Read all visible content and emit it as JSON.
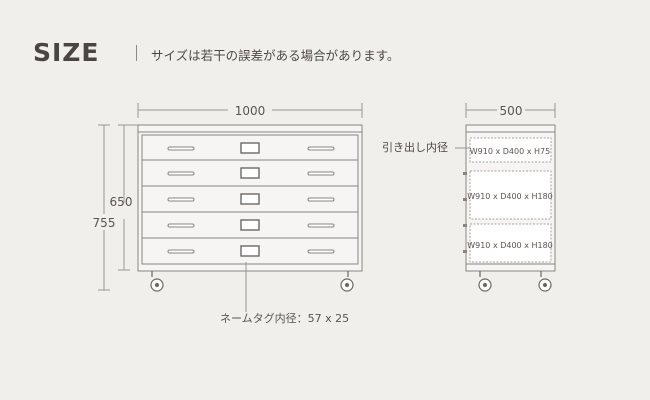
{
  "header": {
    "title": "SIZE",
    "note": "サイズは若干の誤差がある場合があります。"
  },
  "front_view": {
    "width": "1000",
    "height_total": "755",
    "height_body": "650",
    "name_tag_label": "ネームタグ内径：57 x 25"
  },
  "side_view": {
    "depth": "500",
    "drawer_inner_label": "引き出し内径",
    "drawer_top": "W910 x D400 x H75",
    "drawer_middle": "W910 x D400 x H180",
    "drawer_bottom": "W910 x D400 x H180"
  },
  "colors": {
    "background": "#f1efec",
    "line": "#8a8480",
    "text": "#5b5551"
  }
}
